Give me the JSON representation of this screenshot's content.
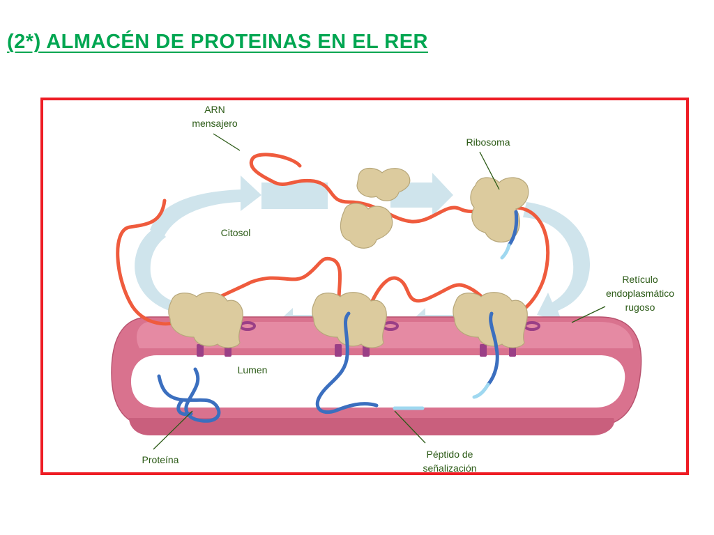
{
  "title": "(2*) ALMACÉN DE PROTEINAS EN EL RER",
  "labels": {
    "arn_line1": "ARN",
    "arn_line2": "mensajero",
    "ribosoma": "Ribosoma",
    "citosol": "Citosol",
    "reticulo_line1": "Retículo",
    "reticulo_line2": "endoplasmático",
    "reticulo_line3": "rugoso",
    "lumen": "Lumen",
    "proteina": "Proteína",
    "peptido_line1": "Péptido de",
    "peptido_line2": "señalización"
  },
  "colors": {
    "title": "#00a651",
    "frame_border": "#ee1c24",
    "label_text": "#2b5a16",
    "mrna": "#ef5b3d",
    "ribosome": "#dccb9e",
    "protein": "#3b6fbf",
    "signal_peptide": "#9fd8f0",
    "membrane": "#d9728e",
    "flow_arrow": "#cfe4ec"
  }
}
